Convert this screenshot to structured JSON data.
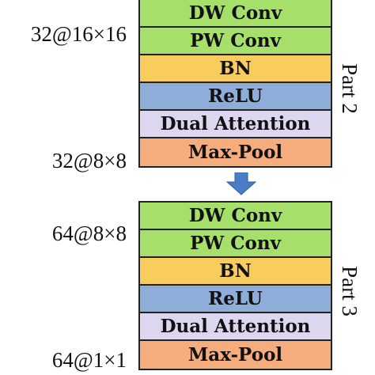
{
  "part2": {
    "label": "Part 2",
    "input_dim": "32@16×16",
    "output_dim": "32@8×8",
    "layers": [
      {
        "label": "DW Conv",
        "color": "#a6e06a"
      },
      {
        "label": "PW Conv",
        "color": "#a6e06a"
      },
      {
        "label": "BN",
        "color": "#f8cd5e"
      },
      {
        "label": "ReLU",
        "color": "#8fadd9"
      },
      {
        "label": "Dual Attention",
        "color": "#dcd7ee"
      },
      {
        "label": "Max-Pool",
        "color": "#f6ad7e"
      }
    ]
  },
  "part3": {
    "label": "Part 3",
    "input_dim": "64@8×8",
    "output_dim": "64@1×1",
    "layers": [
      {
        "label": "DW Conv",
        "color": "#a6e06a"
      },
      {
        "label": "PW Conv",
        "color": "#a6e06a"
      },
      {
        "label": "BN",
        "color": "#f8cd5e"
      },
      {
        "label": "ReLU",
        "color": "#8fadd9"
      },
      {
        "label": "Dual Attention",
        "color": "#dcd7ee"
      },
      {
        "label": "Max-Pool",
        "color": "#f6ad7e"
      }
    ]
  },
  "arrow": {
    "icon": "down-arrow-icon",
    "color": "#4a7dc4"
  }
}
